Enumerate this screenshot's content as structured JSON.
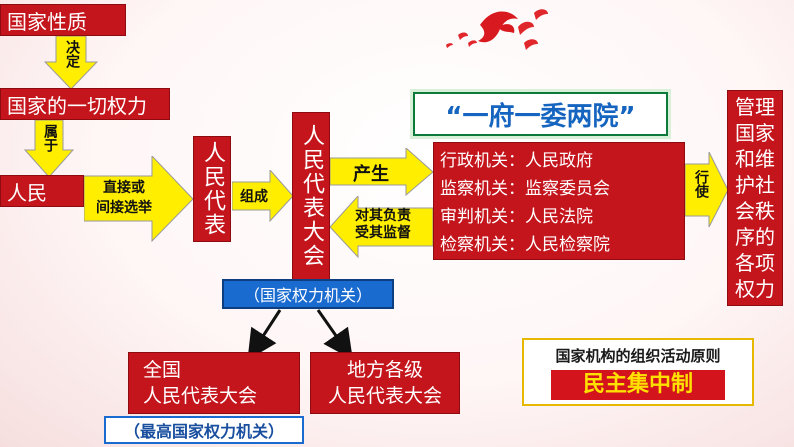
{
  "nodes": {
    "source": "国家性质",
    "power": "国家的一切权力",
    "people": "人民",
    "reps": "人民代表",
    "npc": "人民代表大会",
    "npc_role": "（国家权力机关）",
    "yifu": "“一府一委两院”",
    "organs": [
      "行政机关：人民政府",
      "监察机关：监察委员会",
      "审判机关：人民法院",
      "检察机关：人民检察院"
    ],
    "duties": "管理国家和维护社会秩序的各项权力",
    "national_npc": [
      "全国",
      "人民代表大会"
    ],
    "national_role": "（最高国家权力机关）",
    "local_npc": [
      "地方各级",
      "人民代表大会"
    ],
    "principle_title": "国家机构的组织活动原则",
    "principle": "民主集中制"
  },
  "edges": {
    "decides": "决定",
    "belongs": "属于",
    "elect": [
      "直接或",
      "间接选举"
    ],
    "compose": "组成",
    "produce": "产生",
    "accountable": [
      "对其负责",
      "受其监督"
    ],
    "exercise": "行使"
  },
  "colors": {
    "box_red": "#c4141c",
    "arrow_yellow": "#ffee00",
    "role_blue": "#1a6bd0"
  }
}
